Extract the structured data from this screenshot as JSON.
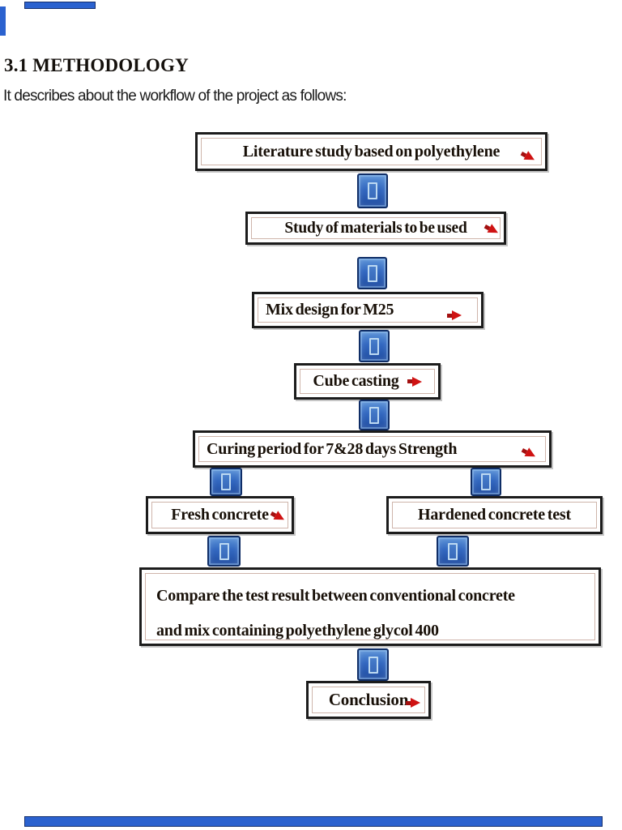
{
  "document": {
    "heading": "3.1 METHODOLOGY",
    "subheading": "It describes about the workflow of the project as follows:"
  },
  "flowchart": {
    "nodes": {
      "literature": "Literature study based on polyethylene",
      "materials": "Study of materials to be used",
      "mix_design": "Mix design for M25",
      "cube_casting": "Cube casting",
      "curing": "Curing period for 7&28 days Strength",
      "fresh": "Fresh concrete",
      "hardened": "Hardened concrete test",
      "compare_line1": "Compare the test result between conventional concrete",
      "compare_line2": "and mix containing polyethylene glycol 400",
      "conclusion": "Conclusion"
    },
    "icons": {
      "connector": "down-connector-icon",
      "arrow": "red-arrow-icon"
    },
    "colors": {
      "arrow_red": "#cf1212",
      "connector_fill": "#3368c0",
      "connector_border": "#0f2d66",
      "connector_glyph": "#bcd9f2",
      "box_border": "#1c1c1c",
      "box_inner_border": "#cfb5ab",
      "edge_artifact_blue": "#2b62cf"
    }
  }
}
